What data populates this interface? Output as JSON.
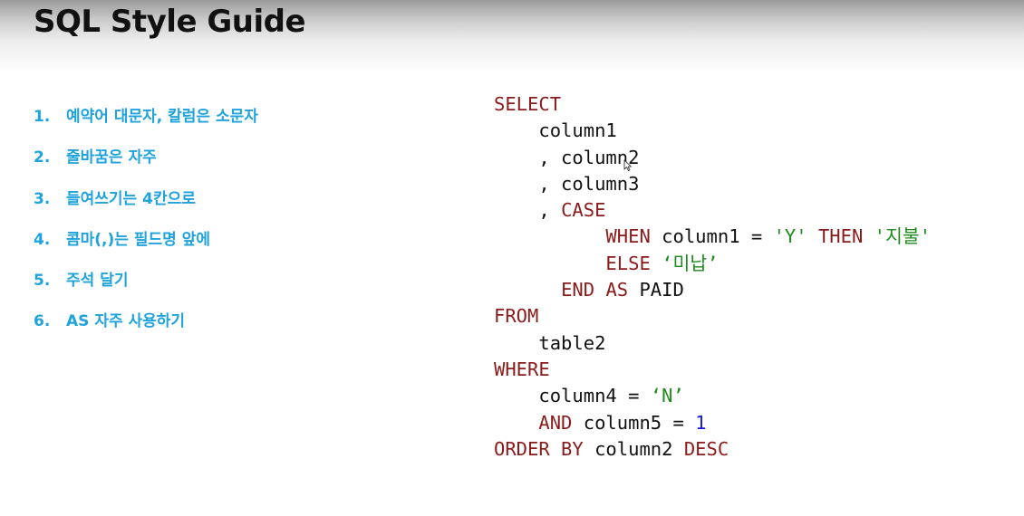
{
  "slide": {
    "title": "SQL Style Guide"
  },
  "guide": {
    "items": [
      {
        "num": "1.",
        "text": "예약어 대문자, 칼럼은 소문자"
      },
      {
        "num": "2.",
        "text": "줄바꿈은 자주"
      },
      {
        "num": "3.",
        "text": "들여쓰기는 4칸으로"
      },
      {
        "num": "4.",
        "text": "콤마(,)는 필드명 앞에"
      },
      {
        "num": "5.",
        "text": "주석 달기"
      },
      {
        "num": "6.",
        "text": "AS 자주 사용하기"
      }
    ]
  },
  "code": {
    "lines": [
      {
        "indent": "",
        "tokens": [
          {
            "t": "SELECT",
            "k": "kw"
          }
        ]
      },
      {
        "indent": "    ",
        "tokens": [
          {
            "t": "column1",
            "k": "plain"
          }
        ]
      },
      {
        "indent": "    ",
        "tokens": [
          {
            "t": ", column2",
            "k": "plain"
          }
        ]
      },
      {
        "indent": "    ",
        "tokens": [
          {
            "t": ", column3",
            "k": "plain"
          }
        ]
      },
      {
        "indent": "    ",
        "tokens": [
          {
            "t": ", ",
            "k": "plain"
          },
          {
            "t": "CASE",
            "k": "kw"
          }
        ]
      },
      {
        "indent": "          ",
        "tokens": [
          {
            "t": "WHEN",
            "k": "kw"
          },
          {
            "t": " column1 = ",
            "k": "plain"
          },
          {
            "t": "'Y'",
            "k": "str"
          },
          {
            "t": " ",
            "k": "plain"
          },
          {
            "t": "THEN",
            "k": "kw"
          },
          {
            "t": " ",
            "k": "plain"
          },
          {
            "t": "'지불'",
            "k": "str"
          }
        ]
      },
      {
        "indent": "          ",
        "tokens": [
          {
            "t": "ELSE",
            "k": "kw"
          },
          {
            "t": " ",
            "k": "plain"
          },
          {
            "t": "‘미납’",
            "k": "str"
          }
        ]
      },
      {
        "indent": "      ",
        "tokens": [
          {
            "t": "END",
            "k": "kw"
          },
          {
            "t": " ",
            "k": "plain"
          },
          {
            "t": "AS",
            "k": "kw"
          },
          {
            "t": " PAID",
            "k": "plain"
          }
        ]
      },
      {
        "indent": "",
        "tokens": [
          {
            "t": "FROM",
            "k": "kw"
          }
        ]
      },
      {
        "indent": "    ",
        "tokens": [
          {
            "t": "table2",
            "k": "plain"
          }
        ]
      },
      {
        "indent": "",
        "tokens": [
          {
            "t": "WHERE",
            "k": "kw"
          }
        ]
      },
      {
        "indent": "    ",
        "tokens": [
          {
            "t": "column4 = ",
            "k": "plain"
          },
          {
            "t": "‘N’",
            "k": "str"
          }
        ]
      },
      {
        "indent": "    ",
        "tokens": [
          {
            "t": "AND",
            "k": "kw"
          },
          {
            "t": " column5 = ",
            "k": "plain"
          },
          {
            "t": "1",
            "k": "num"
          }
        ]
      },
      {
        "indent": "",
        "tokens": [
          {
            "t": "ORDER BY",
            "k": "kw"
          },
          {
            "t": " column2 ",
            "k": "plain"
          },
          {
            "t": "DESC",
            "k": "kw"
          }
        ]
      }
    ]
  },
  "colors": {
    "keyword": "#8b1a1a",
    "string": "#1e8a1e",
    "number": "#1a1adc",
    "guide_text": "#1fa3dc",
    "title": "#111111"
  },
  "icons": {
    "cursor": "mouse-pointer-icon"
  }
}
